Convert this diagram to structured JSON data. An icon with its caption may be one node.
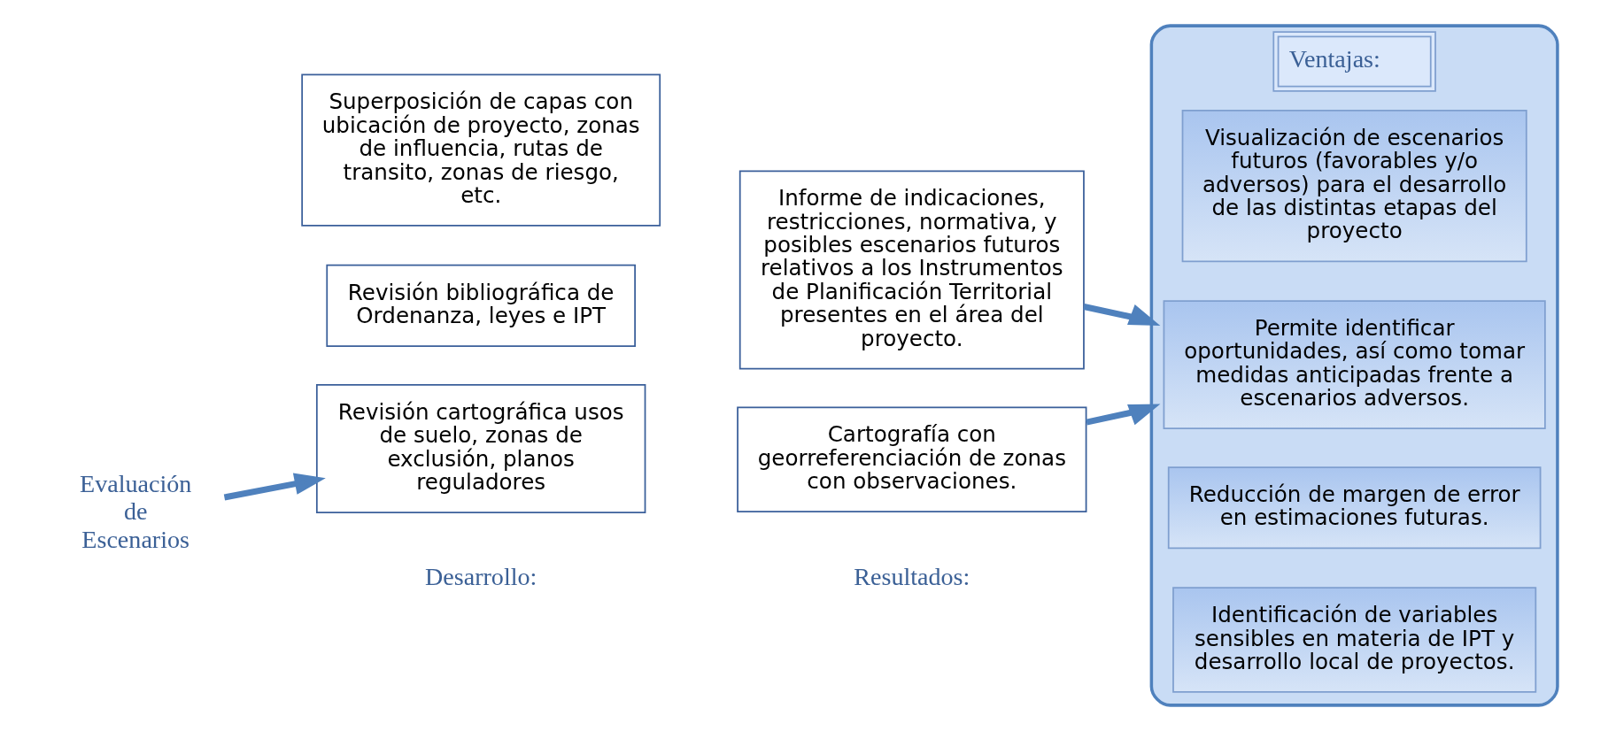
{
  "diagram": {
    "nodes": [
      {
        "text": [
          "Evaluación de Escenarios"
        ]
      },
      {
        "text": [
          "Revisión bibliográfica de Ordenanza, leyes e IPT"
        ]
      },
      {
        "text": [
          "Revisión cartográfica usos de suelo, zonas de exclusión, planos reguladores"
        ]
      },
      {
        "text": [
          "Superposición de capas con ubicación de proyecto, zonas de influencia, rutas de transito, zonas de riesgo, etc."
        ]
      },
      {
        "text": [
          "Informe de indicaciones, restricciones, normativa, y posibles escenarios futuros relativos a los Instrumentos de Planificación Territorial presentes en el área del proyecto."
        ]
      },
      {
        "text": [
          "Cartografía con georreferenciación de zonas con observaciones."
        ]
      },
      {
        "text": [
          "Ventajas:"
        ]
      },
      {
        "text": [
          "Visualización de escenarios futuros (favorables y/o adversos) para el desarrollo de las distintas etapas del proyecto"
        ],
        "in": 6
      },
      {
        "text": [
          "Permite identificar oportunidades, así como tomar medidas anticipadas frente a escenarios adversos."
        ],
        "in": 6
      },
      {
        "text": [
          "Reducción de margen de error en estimaciones futuras."
        ],
        "in": 6
      },
      {
        "text": [
          "Identificación de variables sensibles en materia de IPT y desarrollo local de proyectos."
        ],
        "in": 6
      }
    ],
    "edges": [
      {
        "from": 0,
        "to": 2,
        "arrow": "to"
      },
      {
        "from": 4,
        "to": 6,
        "arrow": "to"
      },
      {
        "from": 5,
        "to": 6,
        "arrow": "to"
      }
    ],
    "labels": [
      "Desarrollo:",
      "Resultados:"
    ]
  }
}
